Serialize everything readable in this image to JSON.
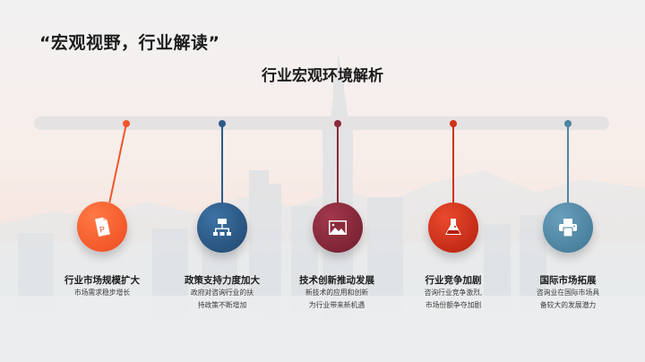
{
  "slide": {
    "title": "“宏观视野，行业解读”",
    "subtitle": "行业宏观环境解析"
  },
  "timeline": {
    "items": [
      {
        "title": "行业市场规模扩大",
        "desc_line1": "市场需求稳步增长",
        "desc_line2": "",
        "icon": "document-icon",
        "color": "#f0562a"
      },
      {
        "title": "政策支持力度加大",
        "desc_line1": "政府对咨询行业的扶",
        "desc_line2": "持政策不断增加",
        "icon": "hierarchy-icon",
        "color": "#2d5b87"
      },
      {
        "title": "技术创新推动发展",
        "desc_line1": "新技术的应用和创新",
        "desc_line2": "为行业带来新机遇",
        "icon": "image-icon",
        "color": "#8a2a3c"
      },
      {
        "title": "行业竞争加剧",
        "desc_line1": "咨询行业竞争激烈,",
        "desc_line2": "市场份额争夺加剧",
        "icon": "flask-icon",
        "color": "#d23018"
      },
      {
        "title": "国际市场拓展",
        "desc_line1": "咨询业在国际市场具",
        "desc_line2": "备较大的发展潜力",
        "icon": "printer-icon",
        "color": "#4d86a3"
      }
    ]
  }
}
